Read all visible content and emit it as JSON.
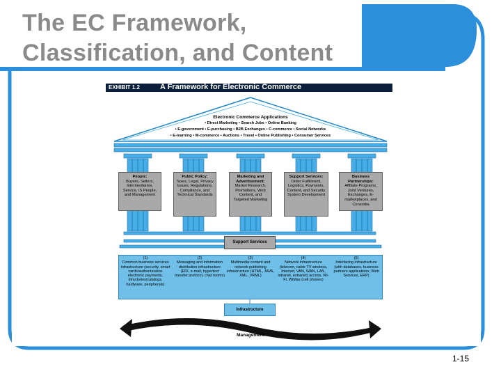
{
  "slide": {
    "title_line1": "The EC Framework,",
    "title_line2": "Classification, and Content",
    "page_number": "1-15"
  },
  "exhibit": {
    "label": "EXHIBIT 1.2",
    "title": "A Framework for Electronic Commerce"
  },
  "roof": {
    "heading": "Electronic Commerce Applications",
    "line1": "• Direct Marketing • Search Jobs • Online Banking",
    "line2": "• E-government • E-purchasing • B2B Exchanges • C-commerce • Social Networks",
    "line3": "• E-learning • M-commerce • Auctions • Travel • Online Publishing • Consumer Services"
  },
  "pillars": [
    {
      "title": "People:",
      "body": "Buyers, Sellers, Intermediaries, Service, IS People, and Management"
    },
    {
      "title": "Public Policy:",
      "body": "Taxes, Legal, Privacy Issues, Regulations, Compliance, and Technical Standards"
    },
    {
      "title": "Marketing and Advertisement:",
      "body": "Market Research, Promotions, Web Content, and Targeted Marketing"
    },
    {
      "title": "Support Services:",
      "body": "Order Fulfillment, Logistics, Payments, Content, and Security System Development"
    },
    {
      "title": "Business Partnerships:",
      "body": "Affiliate Programs, Joint Ventures, Exchanges, E-marketplaces, and Consortia"
    }
  ],
  "support_services_label": "Support Services",
  "infrastructure": [
    {
      "num": "(1)",
      "text": "Common business services infrastructure (security, smart cards/authentication electronic payments, directories/catalogs, hardware, peripherals)"
    },
    {
      "num": "(2)",
      "text": "Messaging and information distribution infrastructure (EDI, e-mail, hypertext transfer protocol, chat rooms)"
    },
    {
      "num": "(3)",
      "text": "Multimedia content and network publishing infrastructure (HTML, JAVA, XML, VRML)"
    },
    {
      "num": "(4)",
      "text": "Network infrastructure (telecom, cable TV wireless, Internet, VAN, WAN, LAN, intranet, extranet) access, Wi-Fi, WiMax (cell phones)"
    },
    {
      "num": "(5)",
      "text": "Interfacing infrastructure (with databases, business partners applications, Web Services, ERP)"
    }
  ],
  "infrastructure_label": "Infrastructure",
  "management_label": "Management",
  "colors": {
    "frame_blue": "#2b8fdc",
    "title_gray": "#8a8a8a",
    "pillar_blue": "#46aee6",
    "pillar_gray": "#a9a9a9",
    "infra_blue": "#6fbfe8",
    "exhibit_navy": "#0b1e3a"
  }
}
